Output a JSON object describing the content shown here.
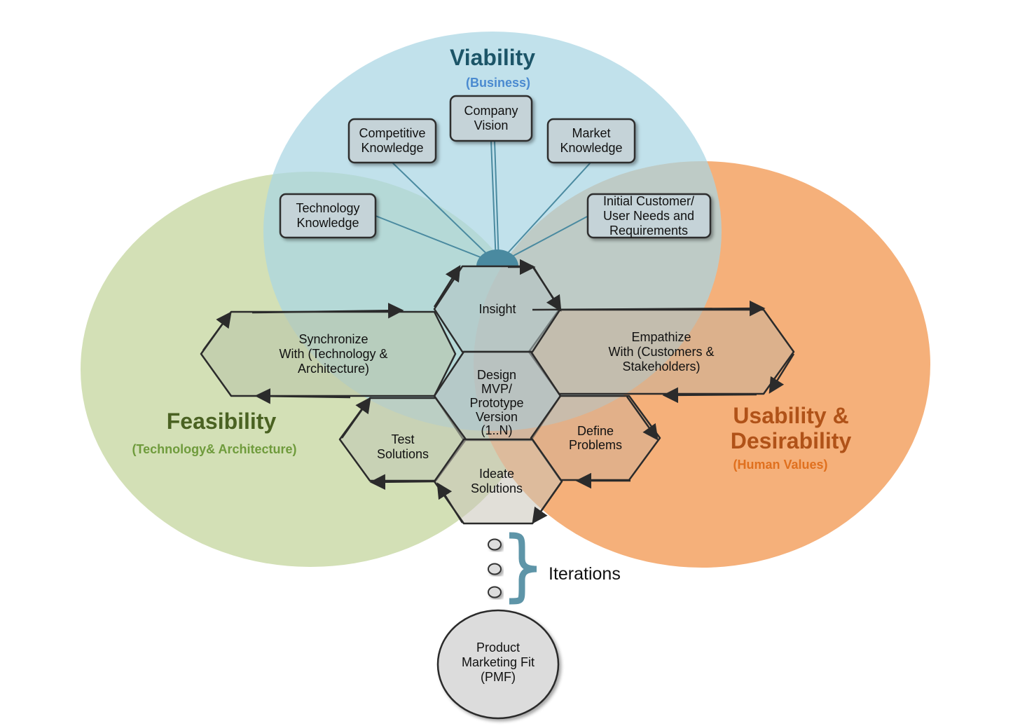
{
  "circles": {
    "viability": {
      "title": "Viability",
      "subtitle": "(Business)",
      "title_color": "#1c5568",
      "subtitle_color": "#4a8ad0",
      "fill": "#a9d6e3"
    },
    "feasibility": {
      "title": "Feasibility",
      "subtitle": "(Technology& Architecture)",
      "title_color": "#4a6222",
      "subtitle_color": "#6f9b3c",
      "fill": "#d3e0b6"
    },
    "usability": {
      "title_line1": "Usability &",
      "title_line2": "Desirability",
      "subtitle": "(Human Values)",
      "title_color": "#b05218",
      "subtitle_color": "#e0701e",
      "fill": "#f5b07a"
    }
  },
  "inputs": {
    "company_vision": [
      "Company",
      "Vision"
    ],
    "competitive_knowledge": [
      "Competitive",
      "Knowledge"
    ],
    "market_knowledge": [
      "Market",
      "Knowledge"
    ],
    "technology_knowledge": [
      "Technology",
      "Knowledge"
    ],
    "customer_needs": [
      "Initial Customer/",
      "User Needs and",
      "Requirements"
    ]
  },
  "hexagons": {
    "insight": [
      "Insight"
    ],
    "synchronize": [
      "Synchronize",
      "With (Technology &",
      "Architecture)"
    ],
    "empathize": [
      "Empathize",
      "With (Customers &",
      "Stakeholders)"
    ],
    "design": [
      "Design",
      "MVP/",
      "Prototype",
      "Version",
      "(1..N)"
    ],
    "test": [
      "Test",
      "Solutions"
    ],
    "define": [
      "Define",
      "Problems"
    ],
    "ideate": [
      "Ideate",
      "Solutions"
    ]
  },
  "iterations": {
    "label": "Iterations",
    "brace_color": "#5e95a8"
  },
  "pmf": [
    "Product",
    "Marketing Fit",
    "(PMF)"
  ]
}
